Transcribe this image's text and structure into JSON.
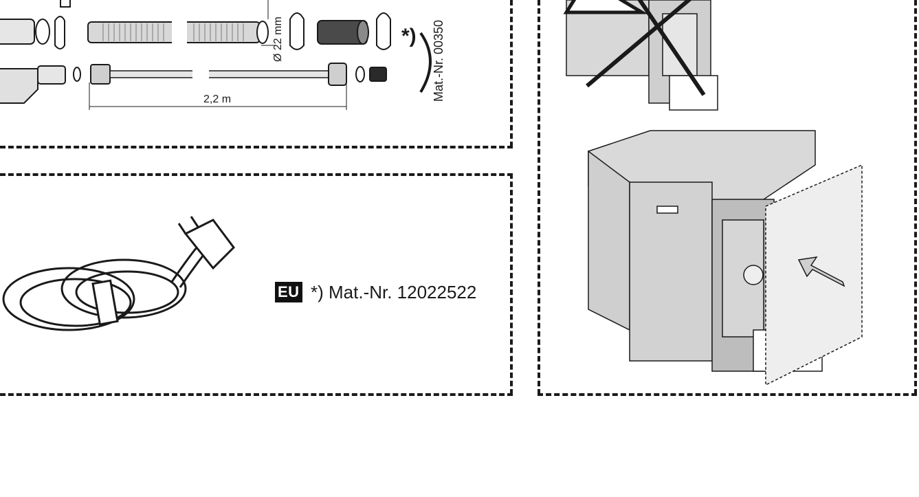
{
  "hoses_panel": {
    "length_label": "2,2 m",
    "diameter_label": "Ø 22 mm",
    "asterisk": "*)",
    "matnr_partial": "Mat.-Nr. 00350"
  },
  "cable_panel": {
    "badge": "EU",
    "matnr": "*) Mat.-Nr.  12022522"
  },
  "colors": {
    "line": "#1a1a1a",
    "panel_gray": "#cfcfcf",
    "light_gray": "#e6e6e6"
  },
  "icons": [
    "hose-fittings-icon",
    "power-cable-icon",
    "warning-triangle-icon",
    "dishwasher-cross-icon",
    "dishwasher-panel-icon",
    "arrow-icon"
  ]
}
